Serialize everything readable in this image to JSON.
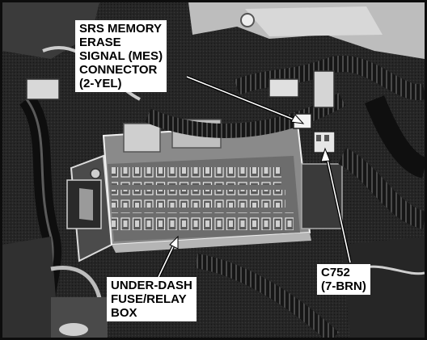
{
  "labels": {
    "srs_mes_connector": [
      "SRS MEMORY",
      "ERASE",
      "SIGNAL (MES)",
      "CONNECTOR",
      "(2-YEL)"
    ],
    "c752": [
      "C752",
      "(7-BRN)"
    ],
    "fuse_box": [
      "UNDER-DASH",
      "FUSE/RELAY",
      "BOX"
    ]
  }
}
